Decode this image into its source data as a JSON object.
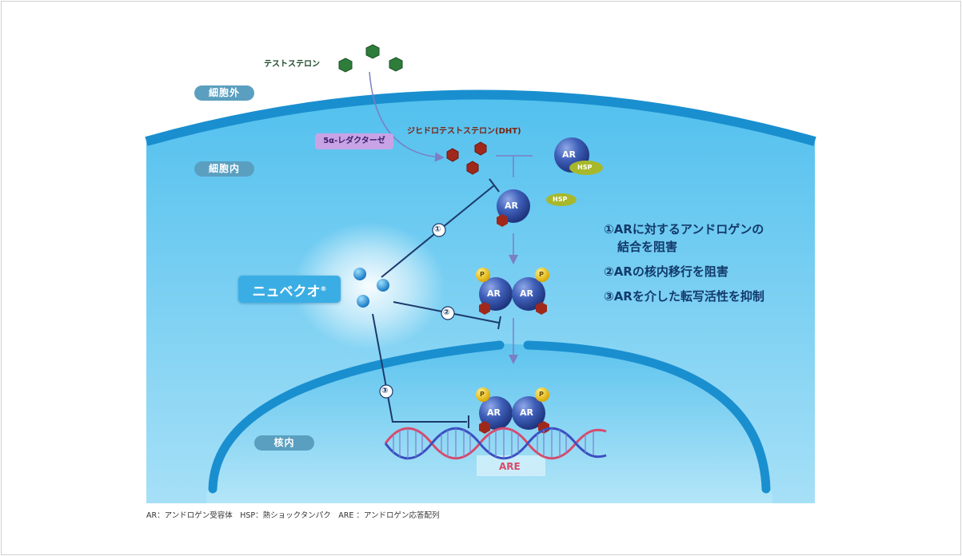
{
  "labels": {
    "extracellular": "細胞外",
    "intracellular": "細胞内",
    "nucleus": "核内",
    "testosterone": "テストステロン",
    "dht": "ジヒドロテストステロン(DHT)",
    "enzyme": "5α-レダクターゼ",
    "drug": "ニュベクオ",
    "drug_mark": "®",
    "ar": "AR",
    "hsp": "HSP",
    "phospho": "P",
    "are": "ARE"
  },
  "steps": [
    "①",
    "②",
    "③"
  ],
  "mechanisms": [
    "①ARに対するアンドロゲンの",
    "結合を阻害",
    "②ARの核内移行を阻害",
    "③ARを介した転写活性を抑制"
  ],
  "legend": "AR：アンドロゲン受容体　HSP：熱ショックタンパク　ARE ：アンドロゲン応答配列",
  "colors": {
    "cytoplasm": "#5fc6f0",
    "membrane": "#1a8fcf",
    "ar_protein": "#3a5db0",
    "hsp": "#a7b82a",
    "testosterone": "#2e7d3a",
    "dht": "#a0281a",
    "phospho": "#e6b800",
    "drug_pill": "#3aaee4"
  }
}
